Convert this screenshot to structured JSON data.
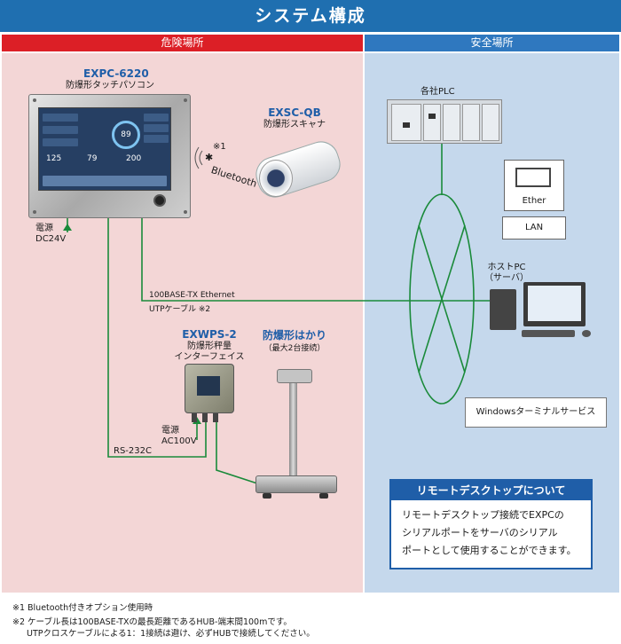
{
  "title": "システム構成",
  "zones": {
    "hazardous": "危険場所",
    "safe": "安全場所"
  },
  "expc": {
    "model": "EXPC-6220",
    "desc": "防爆形タッチパソコン",
    "power_label": "電源",
    "power_value": "DC24V",
    "screen_values": [
      "125",
      "79",
      "200"
    ],
    "gauge_value": "89"
  },
  "bluetooth": {
    "note": "※1",
    "label": "Bluetooth"
  },
  "scanner": {
    "model": "EXSC-QB",
    "desc": "防爆形スキャナ"
  },
  "plc": {
    "label": "各社PLC"
  },
  "ether": {
    "label": "Ether"
  },
  "lan": {
    "label": "LAN"
  },
  "host_pc": {
    "line1": "ホストPC",
    "line2": "（サーバ）"
  },
  "ethernet_cable": {
    "line1": "100BASE-TX Ethernet",
    "line2": "UTPケーブル ※2"
  },
  "exwps": {
    "model": "EXWPS-2",
    "desc1": "防爆形秤量",
    "desc2": "インターフェイス",
    "power_label": "電源",
    "power_value": "AC100V"
  },
  "scale": {
    "title": "防爆形はかり",
    "sub": "（最大2台接続）"
  },
  "rs232c": {
    "label": "RS-232C"
  },
  "windows": {
    "label": "Windowsターミナルサービス"
  },
  "remote": {
    "title": "リモートデスクトップについて",
    "lines": [
      "リモートデスクトップ接続でEXPCの",
      "シリアルポートをサーバのシリアル",
      "ポートとして使用することができます。"
    ]
  },
  "footnotes": [
    "※1 Bluetooth付きオプション使用時",
    "※2 ケーブル長は100BASE-TXの最長距離であるHUB-端末間100mです。",
    "UTPクロスケーブルによる1：1接続は避け、必ずHUBで接続してください。"
  ],
  "colors": {
    "title_blue": "#1f6fb0",
    "hazard_red": "#dc1f26",
    "safe_blue": "#2f78bf",
    "hazard_bg": "#f3d6d6",
    "safe_bg": "#c5d8ec",
    "cable_green": "#1a8a3a",
    "model_blue": "#1f5ea8"
  }
}
